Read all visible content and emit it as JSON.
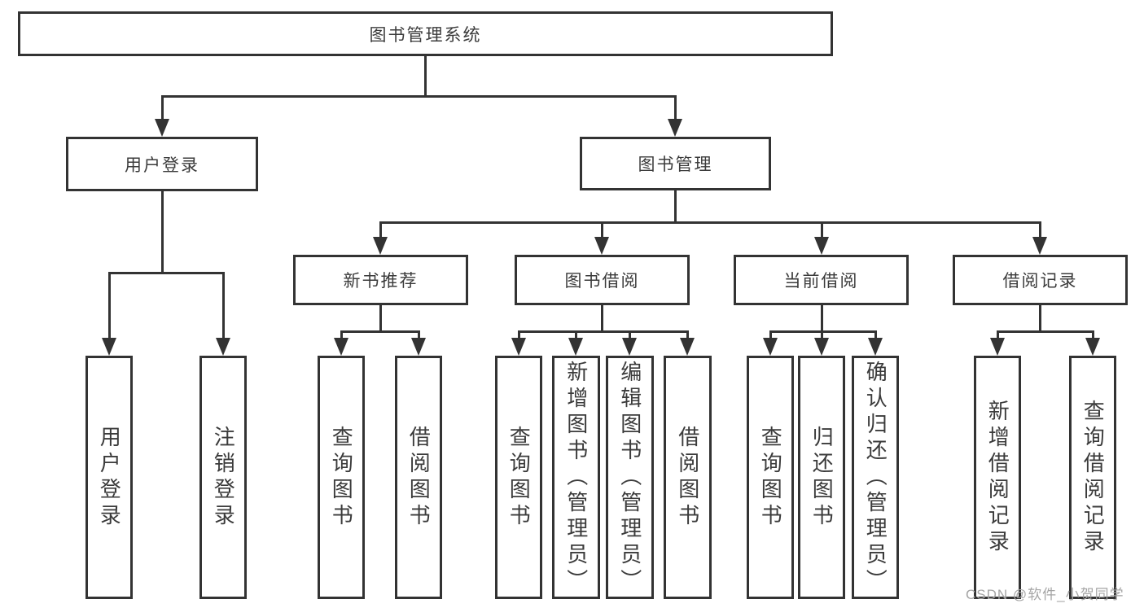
{
  "diagram": {
    "root": {
      "label": "图书管理系统"
    },
    "level2": {
      "user_login": {
        "label": "用户登录"
      },
      "book_mgmt": {
        "label": "图书管理"
      }
    },
    "level3": {
      "new_books": {
        "label": "新书推荐"
      },
      "book_borrow": {
        "label": "图书借阅"
      },
      "current_borrow": {
        "label": "当前借阅"
      },
      "borrow_records": {
        "label": "借阅记录"
      }
    },
    "leaves": {
      "user_login": {
        "label": "用户登录"
      },
      "logout": {
        "label": "注销登录"
      },
      "nb_query_books": {
        "label": "查询图书"
      },
      "nb_borrow_books": {
        "label": "借阅图书"
      },
      "bw_query_books": {
        "label": "查询图书"
      },
      "bw_add_books": {
        "label": "新增图书（管理员）"
      },
      "bw_edit_books": {
        "label": "编辑图书（管理员）"
      },
      "bw_borrow_books": {
        "label": "借阅图书"
      },
      "cur_query_books": {
        "label": "查询图书"
      },
      "cur_return_books": {
        "label": "归还图书"
      },
      "cur_confirm_return": {
        "label": "确认归还（管理员）"
      },
      "rec_add_record": {
        "label": "新增借阅记录"
      },
      "rec_query_record": {
        "label": "查询借阅记录"
      }
    },
    "watermark": "CSDN @软件_小贺同学",
    "colors": {
      "line": "#333333",
      "text": "#3b3b3b",
      "watermark": "#a5a5a5",
      "background": "#ffffff"
    }
  }
}
